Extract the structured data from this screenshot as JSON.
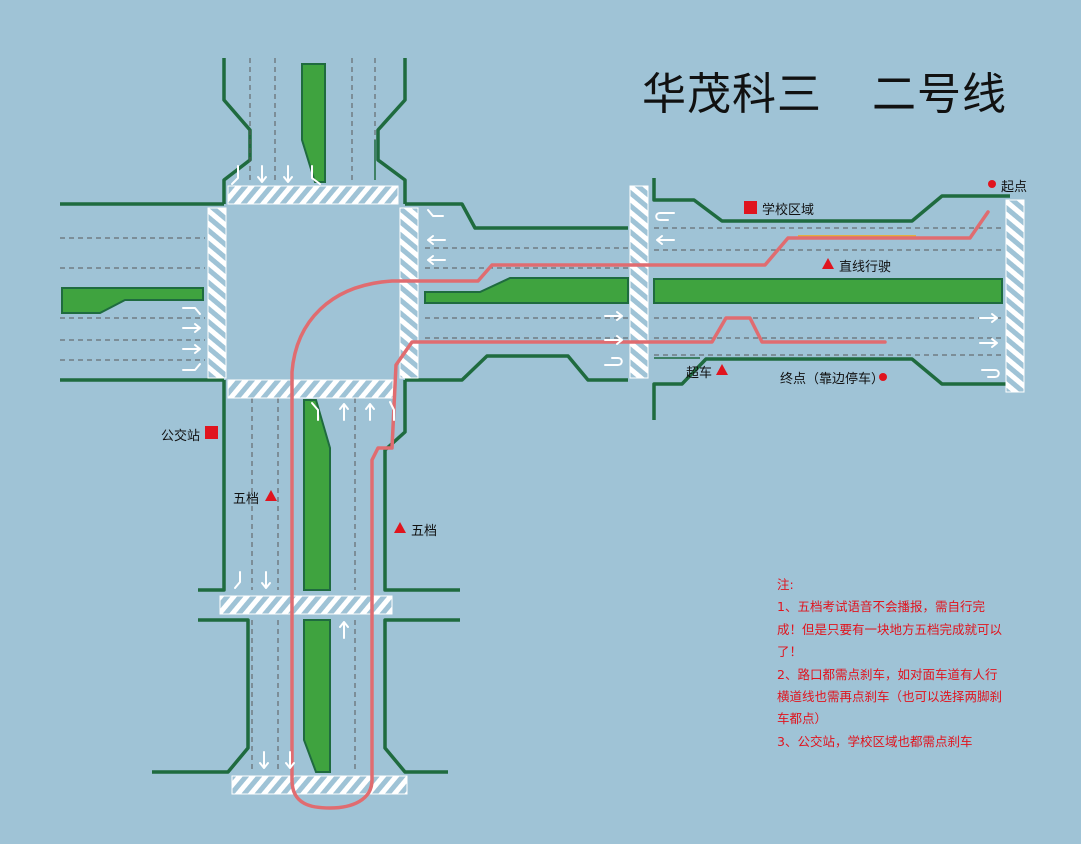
{
  "title": {
    "name": "华茂科三",
    "route": "二号线"
  },
  "legend": {
    "start": "起点",
    "school_zone": "学校区域",
    "straight_driving": "直线行驶",
    "overtake": "超车",
    "end": "终点（靠边停车）",
    "bus_stop": "公交站",
    "fifth_gear_left": "五档",
    "fifth_gear_right": "五档"
  },
  "notes": {
    "heading": "注:",
    "items": [
      "1、五档考试语音不会播报，需自行完成！但是只要有一块地方五档完成就可以了！",
      "2、路口都需点刹车，如对面车道有人行横道线也需再点刹车（也可以选择两脚刹车都点）",
      "3、公交站，学校区域也都需点刹车"
    ]
  },
  "colors": {
    "background": "#9fc3d6",
    "curb": "#1f6b3f",
    "median": "#3fa33f",
    "route": "#e06c70",
    "marker": "#e0141e",
    "school_line": "#e0b040"
  },
  "icons": [
    "arrow-up-icon",
    "arrow-down-icon",
    "arrow-left-icon",
    "arrow-right-icon",
    "turn-left-icon",
    "u-turn-icon"
  ]
}
